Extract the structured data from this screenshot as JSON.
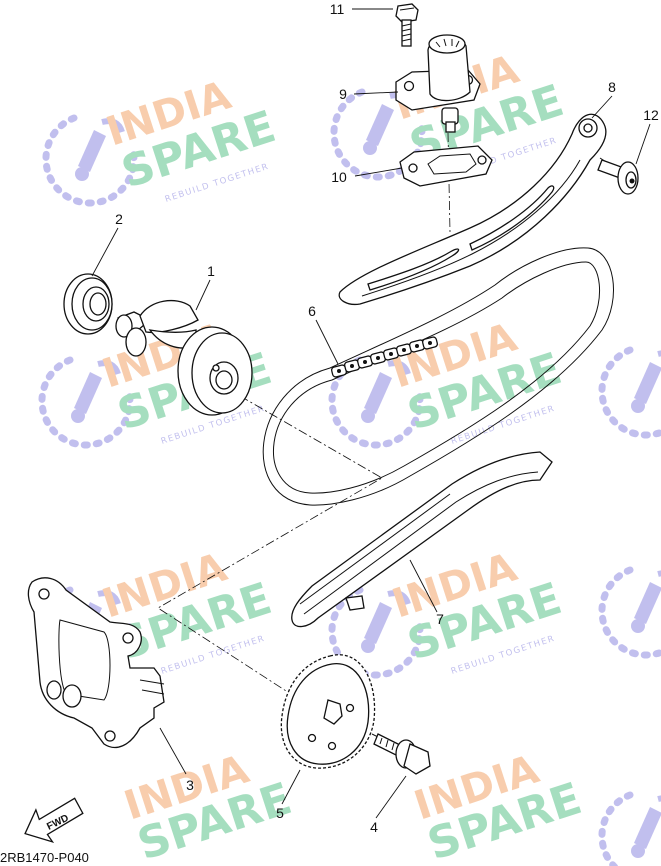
{
  "diagram": {
    "callouts": [
      {
        "id": "1",
        "label": "1"
      },
      {
        "id": "2",
        "label": "2"
      },
      {
        "id": "3",
        "label": "3"
      },
      {
        "id": "4",
        "label": "4"
      },
      {
        "id": "5",
        "label": "5"
      },
      {
        "id": "6",
        "label": "6"
      },
      {
        "id": "7",
        "label": "7"
      },
      {
        "id": "8",
        "label": "8"
      },
      {
        "id": "9",
        "label": "9"
      },
      {
        "id": "10",
        "label": "10"
      },
      {
        "id": "11",
        "label": "11"
      },
      {
        "id": "12",
        "label": "12"
      }
    ],
    "fwd_label": "FWD",
    "drawing_code": "2RB1470-P040"
  },
  "watermark": {
    "line1": "INDIA",
    "line2": "SPARE",
    "tagline": "REBUILD TOGETHER",
    "colors": {
      "orange": "#f2a56b",
      "green": "#5cc48a",
      "purple": "#8f8be0"
    }
  }
}
